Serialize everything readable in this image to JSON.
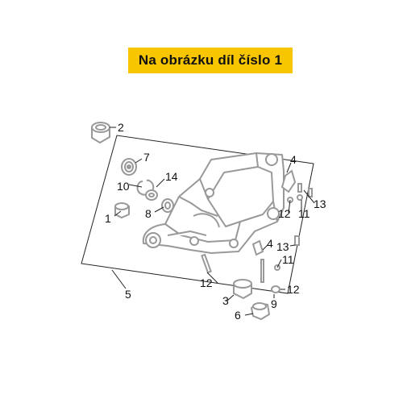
{
  "banner": {
    "text": "Na obrázku díl číslo 1",
    "color": "#f7c600"
  },
  "diagram": {
    "part_color": "#999999",
    "line_color": "#222222",
    "callouts": [
      {
        "id": "p2",
        "label": "2"
      },
      {
        "id": "p7",
        "label": "7"
      },
      {
        "id": "p10",
        "label": "10"
      },
      {
        "id": "p14",
        "label": "14"
      },
      {
        "id": "p1",
        "label": "1"
      },
      {
        "id": "p8",
        "label": "8"
      },
      {
        "id": "p4a",
        "label": "4"
      },
      {
        "id": "p13a",
        "label": "13"
      },
      {
        "id": "p11a",
        "label": "11"
      },
      {
        "id": "p12a",
        "label": "12"
      },
      {
        "id": "p4b",
        "label": "4"
      },
      {
        "id": "p13b",
        "label": "13"
      },
      {
        "id": "p11b",
        "label": "11"
      },
      {
        "id": "p5",
        "label": "5"
      },
      {
        "id": "p12b",
        "label": "12"
      },
      {
        "id": "p12c",
        "label": "12"
      },
      {
        "id": "p3",
        "label": "3"
      },
      {
        "id": "p9",
        "label": "9"
      },
      {
        "id": "p6",
        "label": "6"
      }
    ]
  }
}
